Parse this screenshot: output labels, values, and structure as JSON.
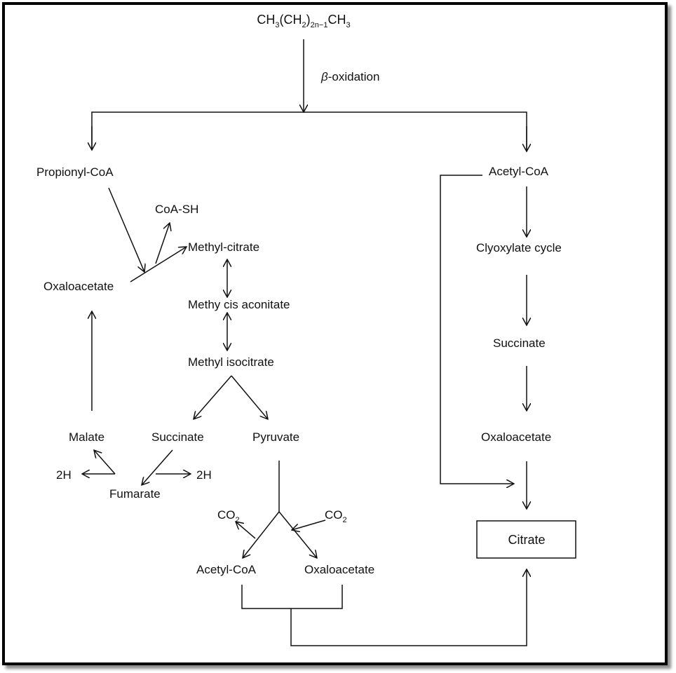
{
  "colors": {
    "ink": "#111111",
    "frame": "#000000",
    "background": "#ffffff"
  },
  "start": {
    "p1": "CH",
    "s1": "3",
    "p2": "(CH",
    "s2": "2",
    "p3": ")",
    "s3": "2n−1",
    "p4": "CH",
    "s4": "3"
  },
  "beta_oxidation": {
    "symbol": "β",
    "text": "-oxidation"
  },
  "left": {
    "propionyl_coa": "Propionyl-CoA",
    "coa_sh": "CoA-SH",
    "methyl_citrate": "Methyl-citrate",
    "oxaloacetate": "Oxaloacetate",
    "methyl_cis_aconitate": "Methy cis aconitate",
    "methyl_isocitrate": "Methyl isocitrate",
    "malate": "Malate",
    "succinate": "Succinate",
    "pyruvate": "Pyruvate",
    "two_h_left": "2H",
    "two_h_right": "2H",
    "fumarate": "Fumarate",
    "co2_left_main": "CO",
    "co2_left_sub": "2",
    "co2_right_main": "CO",
    "co2_right_sub": "2",
    "acetyl_coa_bottom": "Acetyl-CoA",
    "oxaloacetate_bottom": "Oxaloacetate"
  },
  "right": {
    "acetyl_coa": "Acetyl-CoA",
    "glyoxylate_cycle": "Clyoxylate cycle",
    "succinate": "Succinate",
    "oxaloacetate": "Oxaloacetate",
    "citrate": "Citrate"
  }
}
